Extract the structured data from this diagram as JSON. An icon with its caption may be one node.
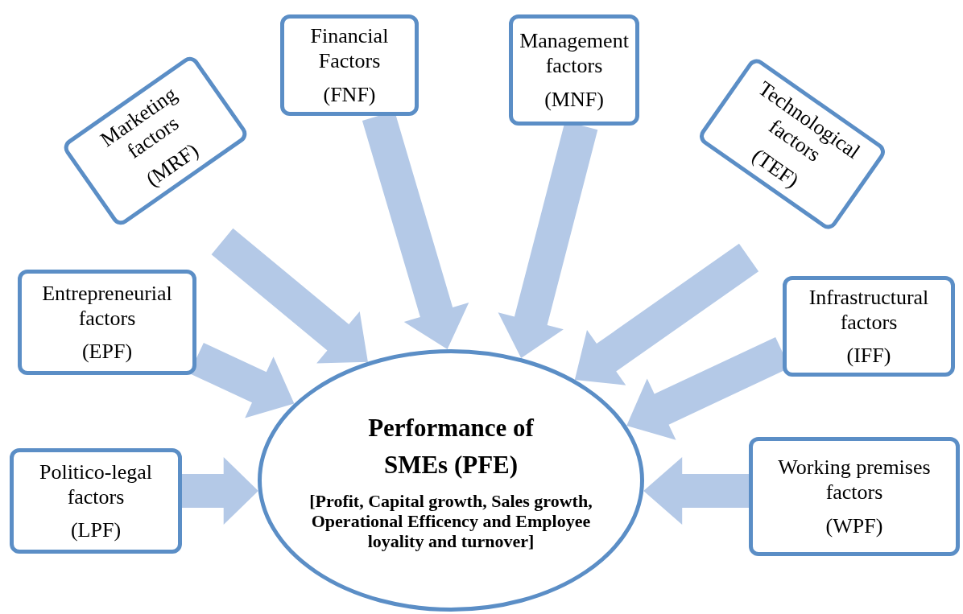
{
  "diagram": {
    "nodes": [
      {
        "text": [
          "Marketing factors",
          "(MRF)"
        ]
      },
      {
        "text": [
          "Financial Factors",
          "(FNF)"
        ]
      },
      {
        "text": [
          "Management factors",
          "(MNF)"
        ]
      },
      {
        "text": [
          "Technological factors",
          "(TEF)"
        ]
      },
      {
        "text": [
          "Entrepreneurial factors",
          "(EPF)"
        ]
      },
      {
        "text": [
          "Infrastructural factors",
          "(IFF)"
        ]
      },
      {
        "text": [
          "Politico-legal factors",
          "(LPF)"
        ]
      },
      {
        "text": [
          "Working premises factors",
          "(WPF)"
        ]
      },
      {
        "text": [
          "Performance of SMEs (PFE)",
          "[Profit, Capital growth, Sales growth, Operational Efficency and Employee loyality and turnover]"
        ]
      }
    ],
    "edges": [
      {
        "from": 0,
        "to": 8,
        "arrow": "to"
      },
      {
        "from": 1,
        "to": 8,
        "arrow": "to"
      },
      {
        "from": 2,
        "to": 8,
        "arrow": "to"
      },
      {
        "from": 3,
        "to": 8,
        "arrow": "to"
      },
      {
        "from": 4,
        "to": 8,
        "arrow": "to"
      },
      {
        "from": 5,
        "to": 8,
        "arrow": "to"
      },
      {
        "from": 6,
        "to": 8,
        "arrow": "to"
      },
      {
        "from": 7,
        "to": 8,
        "arrow": "to"
      }
    ]
  }
}
